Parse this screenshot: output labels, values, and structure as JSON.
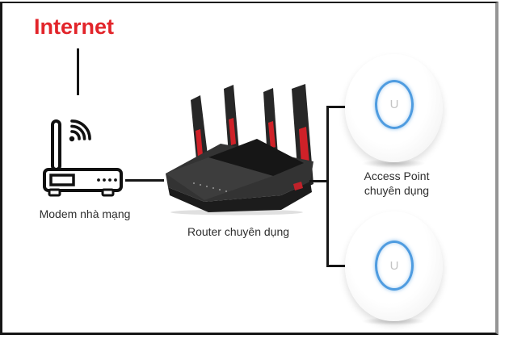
{
  "diagram": {
    "internet": {
      "label": "Internet"
    },
    "modem": {
      "label": "Modem nhà mạng"
    },
    "router": {
      "label": "Router chuyên dụng"
    },
    "access_points": {
      "label_line1": "Access Point",
      "label_line2": "chuyên dụng",
      "logo": "U",
      "count": 2
    },
    "colors": {
      "internet_red": "#e2242a",
      "line_black": "#161616",
      "ap_ring_blue": "#4f9ce0",
      "router_red": "#cf2128",
      "frame_gray": "#959595"
    }
  }
}
